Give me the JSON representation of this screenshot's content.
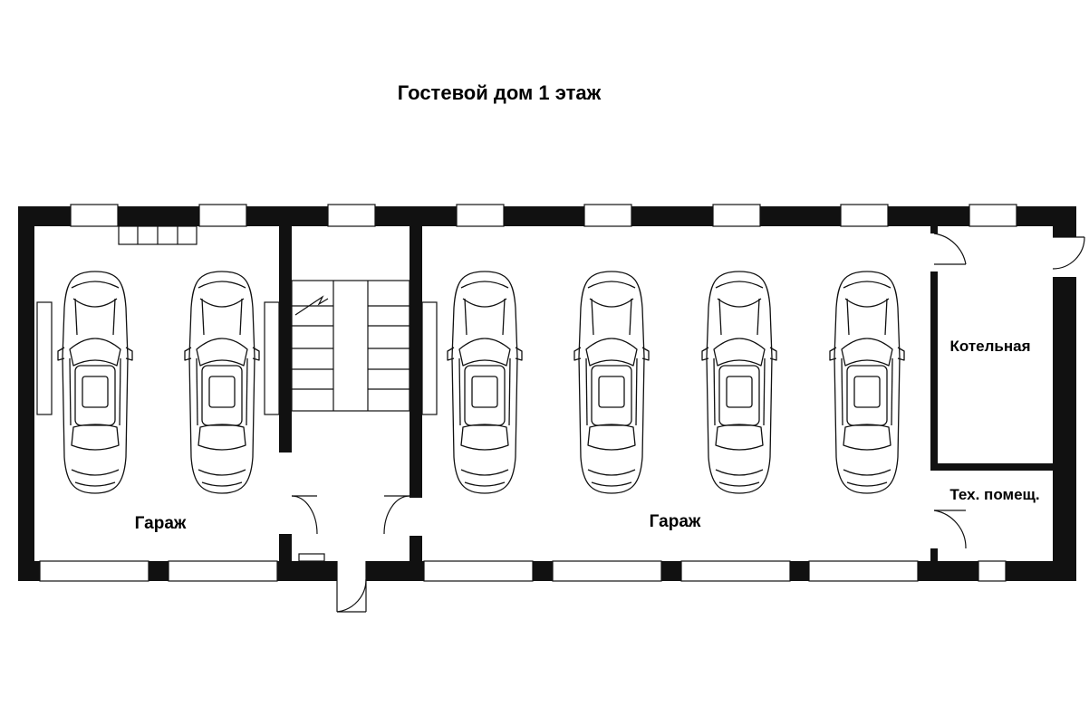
{
  "title": "Гостевой дом 1 этаж",
  "rooms": {
    "garage_left": "Гараж",
    "garage_right": "Гараж",
    "boiler": "Котельная",
    "tech": "Тех. помещ."
  },
  "cars": [
    {
      "name": "car-left-1"
    },
    {
      "name": "car-left-2"
    },
    {
      "name": "car-right-1"
    },
    {
      "name": "car-right-2"
    },
    {
      "name": "car-right-3"
    },
    {
      "name": "car-right-4"
    }
  ]
}
